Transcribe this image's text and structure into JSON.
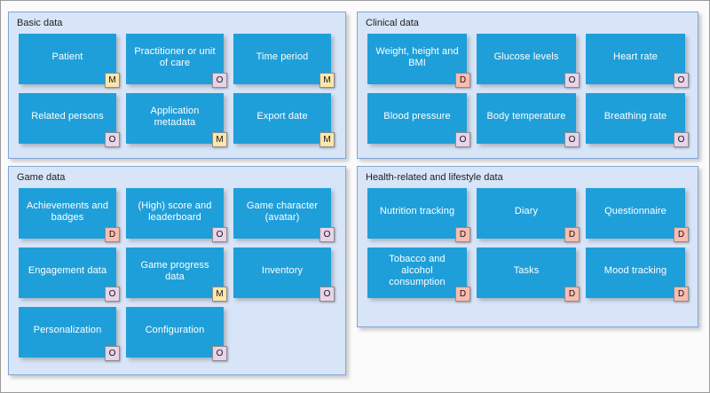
{
  "legend_codes": {
    "M": "M",
    "O": "O",
    "D": "D"
  },
  "colors": {
    "card_blue": "#1f9fd9",
    "panel_blue": "#d8e5f8",
    "panel_border": "#7fa6d8",
    "badge_m": "#fbe7ab",
    "badge_o": "#e8d4ea",
    "badge_d": "#f9bcb0",
    "canvas": "#fbfbfb"
  },
  "panels": [
    {
      "id": "basic",
      "title": "Basic data",
      "rows": [
        [
          {
            "label": "Patient",
            "badge": "M"
          },
          {
            "label": "Practitioner or unit of care",
            "badge": "O"
          },
          {
            "label": "Time period",
            "badge": "M"
          }
        ],
        [
          {
            "label": "Related persons",
            "badge": "O"
          },
          {
            "label": "Application metadata",
            "badge": "M"
          },
          {
            "label": "Export date",
            "badge": "M"
          }
        ]
      ]
    },
    {
      "id": "clinical",
      "title": "Clinical data",
      "rows": [
        [
          {
            "label": "Weight, height and BMI",
            "badge": "D"
          },
          {
            "label": "Glucose levels",
            "badge": "O"
          },
          {
            "label": "Heart rate",
            "badge": "O"
          }
        ],
        [
          {
            "label": "Blood pressure",
            "badge": "O"
          },
          {
            "label": "Body temperature",
            "badge": "O"
          },
          {
            "label": "Breathing rate",
            "badge": "O"
          }
        ]
      ]
    },
    {
      "id": "game",
      "title": "Game data",
      "rows": [
        [
          {
            "label": "Achievements and badges",
            "badge": "D"
          },
          {
            "label": "(High) score and leaderboard",
            "badge": "O"
          },
          {
            "label": "Game character (avatar)",
            "badge": "O"
          }
        ],
        [
          {
            "label": "Engagement data",
            "badge": "O"
          },
          {
            "label": "Game progress data",
            "badge": "M"
          },
          {
            "label": "Inventory",
            "badge": "O"
          }
        ],
        [
          {
            "label": "Personalization",
            "badge": "O"
          },
          {
            "label": "Configuration",
            "badge": "O"
          }
        ]
      ]
    },
    {
      "id": "health",
      "title": "Health-related and lifestyle data",
      "rows": [
        [
          {
            "label": "Nutrition tracking",
            "badge": "D"
          },
          {
            "label": "Diary",
            "badge": "D"
          },
          {
            "label": "Questionnaire",
            "badge": "D"
          }
        ],
        [
          {
            "label": "Tobacco and alcohol consumption",
            "badge": "D"
          },
          {
            "label": "Tasks",
            "badge": "D"
          },
          {
            "label": "Mood tracking",
            "badge": "D"
          }
        ]
      ]
    }
  ]
}
